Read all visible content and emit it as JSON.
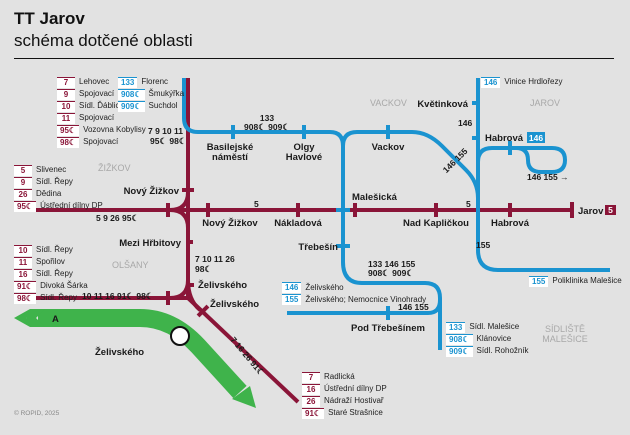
{
  "header": {
    "title": "TT Jarov",
    "subtitle": "schéma dotčené oblasti"
  },
  "colors": {
    "tram": "#8a1538",
    "bus": "#1a93d0",
    "metro": "#3fb34b",
    "background": "#e2e2e2"
  },
  "night_icon": "☾",
  "districts": {
    "zizkov": "ŽIŽKOV",
    "olsany": "OLŠANY",
    "vackov": "VACKOV",
    "jarov": "JAROV",
    "malesice_1": "SÍDLIŠTĚ",
    "malesice_2": "MALEŠICE"
  },
  "stops": {
    "novy_zizkov_v": "Nový Žižkov",
    "novy_zizkov_h": "Nový Žižkov",
    "basilejske_1": "Basilejské",
    "basilejske_2": "náměstí",
    "olgy_1": "Olgy",
    "olgy_2": "Havlové",
    "vackov": "Vackov",
    "kvetinkova": "Květinková",
    "habrova_bus": "Habrová",
    "malesicka": "Malešická",
    "nakladova": "Nákladová",
    "nad_kaplickou": "Nad Kapličkou",
    "habrova_tram": "Habrová",
    "jarov": "Jarov",
    "trebesin": "Třebešín",
    "mezi_hrbitovy": "Mezi Hřbitovy",
    "zelivskeho_1": "Želivského",
    "zelivskeho_2": "Želivského",
    "zelivskeho_metro": "Želivského",
    "pod_trebesinem": "Pod Třebešínem"
  },
  "badges": {
    "habrova_146": "146",
    "jarov_5": "5"
  },
  "metro_line": "A",
  "route_labels": {
    "north_tram_1": "7 9 10 11",
    "north_tram_2": "95☾ 98☾",
    "west_tram": "5 9 26 95☾",
    "southwest_tram": "10 11 16 91☾ 98☾",
    "south_tram_1": "7 10 11 26",
    "south_tram_2": "98☾",
    "bus_top_1": "133",
    "bus_top_2": "908☾ 909☾",
    "tram_5_a": "5",
    "tram_5_b": "5",
    "bus_146": "146",
    "bus_146_155_diag": "146 155",
    "bus_loop": "146 155 →",
    "bus_155": "155",
    "bus_mid_1": "133 146 155",
    "bus_mid_2": "908☾ 909☾",
    "bus_west": "146 155",
    "southeast_tram": "7 16 26 91☾"
  },
  "legends": {
    "top_left_tram": [
      {
        "route": "7",
        "dest": "Lehovec"
      },
      {
        "route": "9",
        "dest": "Spojovací"
      },
      {
        "route": "10",
        "dest": "Sídl. Ďáblice"
      },
      {
        "route": "11",
        "dest": "Spojovací"
      },
      {
        "route": "95☾",
        "dest": "Vozovna Kobylisy"
      },
      {
        "route": "98☾",
        "dest": "Spojovací"
      }
    ],
    "top_bus": [
      {
        "route": "133",
        "dest": "Florenc"
      },
      {
        "route": "908☾",
        "dest": "Šmukýřka"
      },
      {
        "route": "909☾",
        "dest": "Suchdol"
      }
    ],
    "west_tram": [
      {
        "route": "5",
        "dest": "Slivenec"
      },
      {
        "route": "9",
        "dest": "Sídl. Řepy"
      },
      {
        "route": "26",
        "dest": "Dědina"
      },
      {
        "route": "95☾",
        "dest": "Ústřední dílny DP"
      }
    ],
    "southwest_tram": [
      {
        "route": "10",
        "dest": "Sídl. Řepy"
      },
      {
        "route": "11",
        "dest": "Spořilov"
      },
      {
        "route": "16",
        "dest": "Sídl. Řepy"
      },
      {
        "route": "91☾",
        "dest": "Divoká Šárka"
      },
      {
        "route": "98☾",
        "dest": "Sídl. Řepy"
      }
    ],
    "southeast_tram": [
      {
        "route": "7",
        "dest": "Radlická"
      },
      {
        "route": "16",
        "dest": "Ústřední dílny DP"
      },
      {
        "route": "26",
        "dest": "Nádraží Hostivař"
      },
      {
        "route": "91☾",
        "dest": "Staré Strašnice"
      }
    ],
    "north_bus": [
      {
        "route": "146",
        "dest": "Vinice Hrdlořezy"
      }
    ],
    "east_bus": [
      {
        "route": "155",
        "dest": "Poliklinika Malešice"
      }
    ],
    "west_bus": [
      {
        "route": "146",
        "dest": "Želivského"
      },
      {
        "route": "155",
        "dest": "Želivského; Nemocnice Vinohrady"
      }
    ],
    "south_bus": [
      {
        "route": "133",
        "dest": "Sídl. Malešice"
      },
      {
        "route": "908☾",
        "dest": "Klánovice"
      },
      {
        "route": "909☾",
        "dest": "Sídl. Rohožník"
      }
    ]
  },
  "copyright": "© ROPID, 2025"
}
